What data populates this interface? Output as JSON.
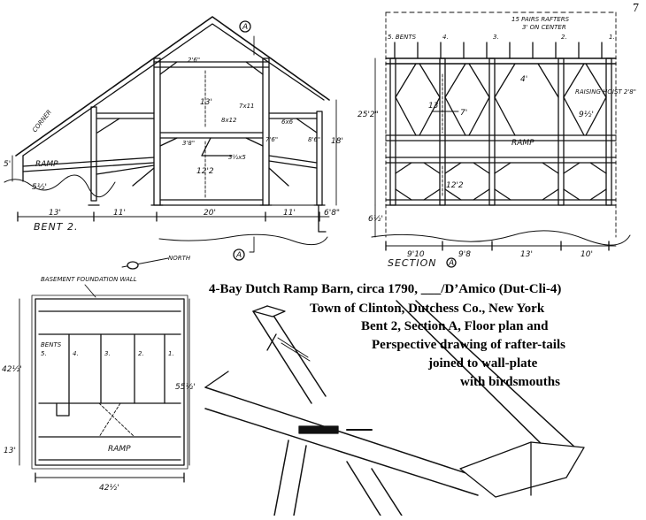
{
  "page_number": "7",
  "caption": {
    "line1": "4-Bay Dutch Ramp Barn, circa 1790, ___/D’Amico (Dut-Cli-4)",
    "line2": "Town of Clinton, Dutchess Co., New York",
    "line3": "Bent 2, Section A, Floor plan and",
    "line4": "Perspective drawing of rafter-tails",
    "line5": "joined to wall-plate",
    "line6": "with birdsmouths"
  },
  "bent": {
    "title": "BENT 2.",
    "marker_a": "A",
    "dims": {
      "w1": "13'",
      "w2": "11'",
      "w3": "20'",
      "w4": "11'",
      "w5": "6'8\"",
      "h_left_wall": "5'",
      "h_ramp": "5½'",
      "h_upper": "13'",
      "h_lower": "12'2",
      "h_right": "18'",
      "post_left_inner": "7'6\"",
      "post_right": "8'6\"",
      "collar": "2'6\"",
      "beam": "3'8\"",
      "brace": "3½x5",
      "tie": "8x12",
      "plate": "7x11",
      "rafter": "6x6"
    },
    "labels": {
      "ramp": "RAMP",
      "corner": "CORNER"
    }
  },
  "section": {
    "title": "SECTION",
    "marker_a": "A",
    "note_top": "15 PAIRS RAFTERS",
    "note_top2": "3' ON CENTER",
    "bents": [
      "5. BENTS",
      "4.",
      "3.",
      "2.",
      "1."
    ],
    "dims": {
      "h_total": "25'2\"",
      "h_upper": "13'",
      "h_lower": "12'2",
      "h_base": "6½'",
      "h_top": "4'",
      "brace_span": "7'",
      "h_right": "9½'",
      "bays": [
        "9'10",
        "9'8",
        "13'",
        "10'"
      ]
    },
    "labels": {
      "ramp": "RAMP",
      "hoist": "RAISING HOIST 2'8\""
    }
  },
  "north": {
    "label": "NORTH"
  },
  "plan": {
    "foundation": "BASEMENT FOUNDATION WALL",
    "bents_label": "BENTS",
    "bent_numbers": [
      "5.",
      "4.",
      "3.",
      "2.",
      "1."
    ],
    "ramp": "RAMP",
    "dims": {
      "left_upper": "42½'",
      "left_lower": "13'",
      "right": "55½'",
      "bottom": "42½'"
    }
  }
}
